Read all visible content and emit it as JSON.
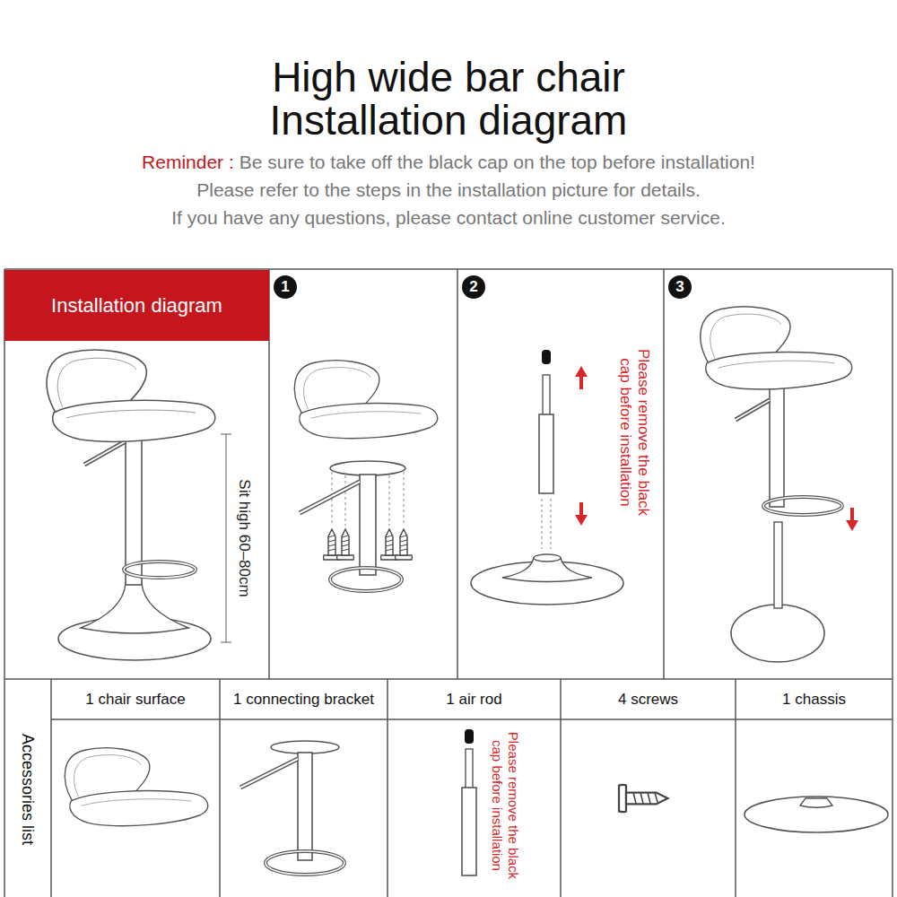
{
  "diagram": {
    "title": "High wide bar chair Installation diagram",
    "nodes": [
      {
        "text": [
          "Installation diagram"
        ]
      },
      {
        "text": [
          "1"
        ]
      },
      {
        "text": [
          "2"
        ]
      },
      {
        "text": [
          "3"
        ]
      }
    ],
    "labels": [
      "Reminder :",
      "Be sure to take off the black cap on the top before installation!",
      "Please refer to the steps in the installation picture for details.",
      "If you have any questions, please contact online customer service.",
      "Sit high 60–80cm",
      "Please remove the black cap before installation",
      "Accessories list",
      "1 chair surface",
      "1 connecting bracket",
      "1 air rod",
      "4 screws",
      "1 chassis",
      "Please remove the black cap before installation"
    ]
  }
}
